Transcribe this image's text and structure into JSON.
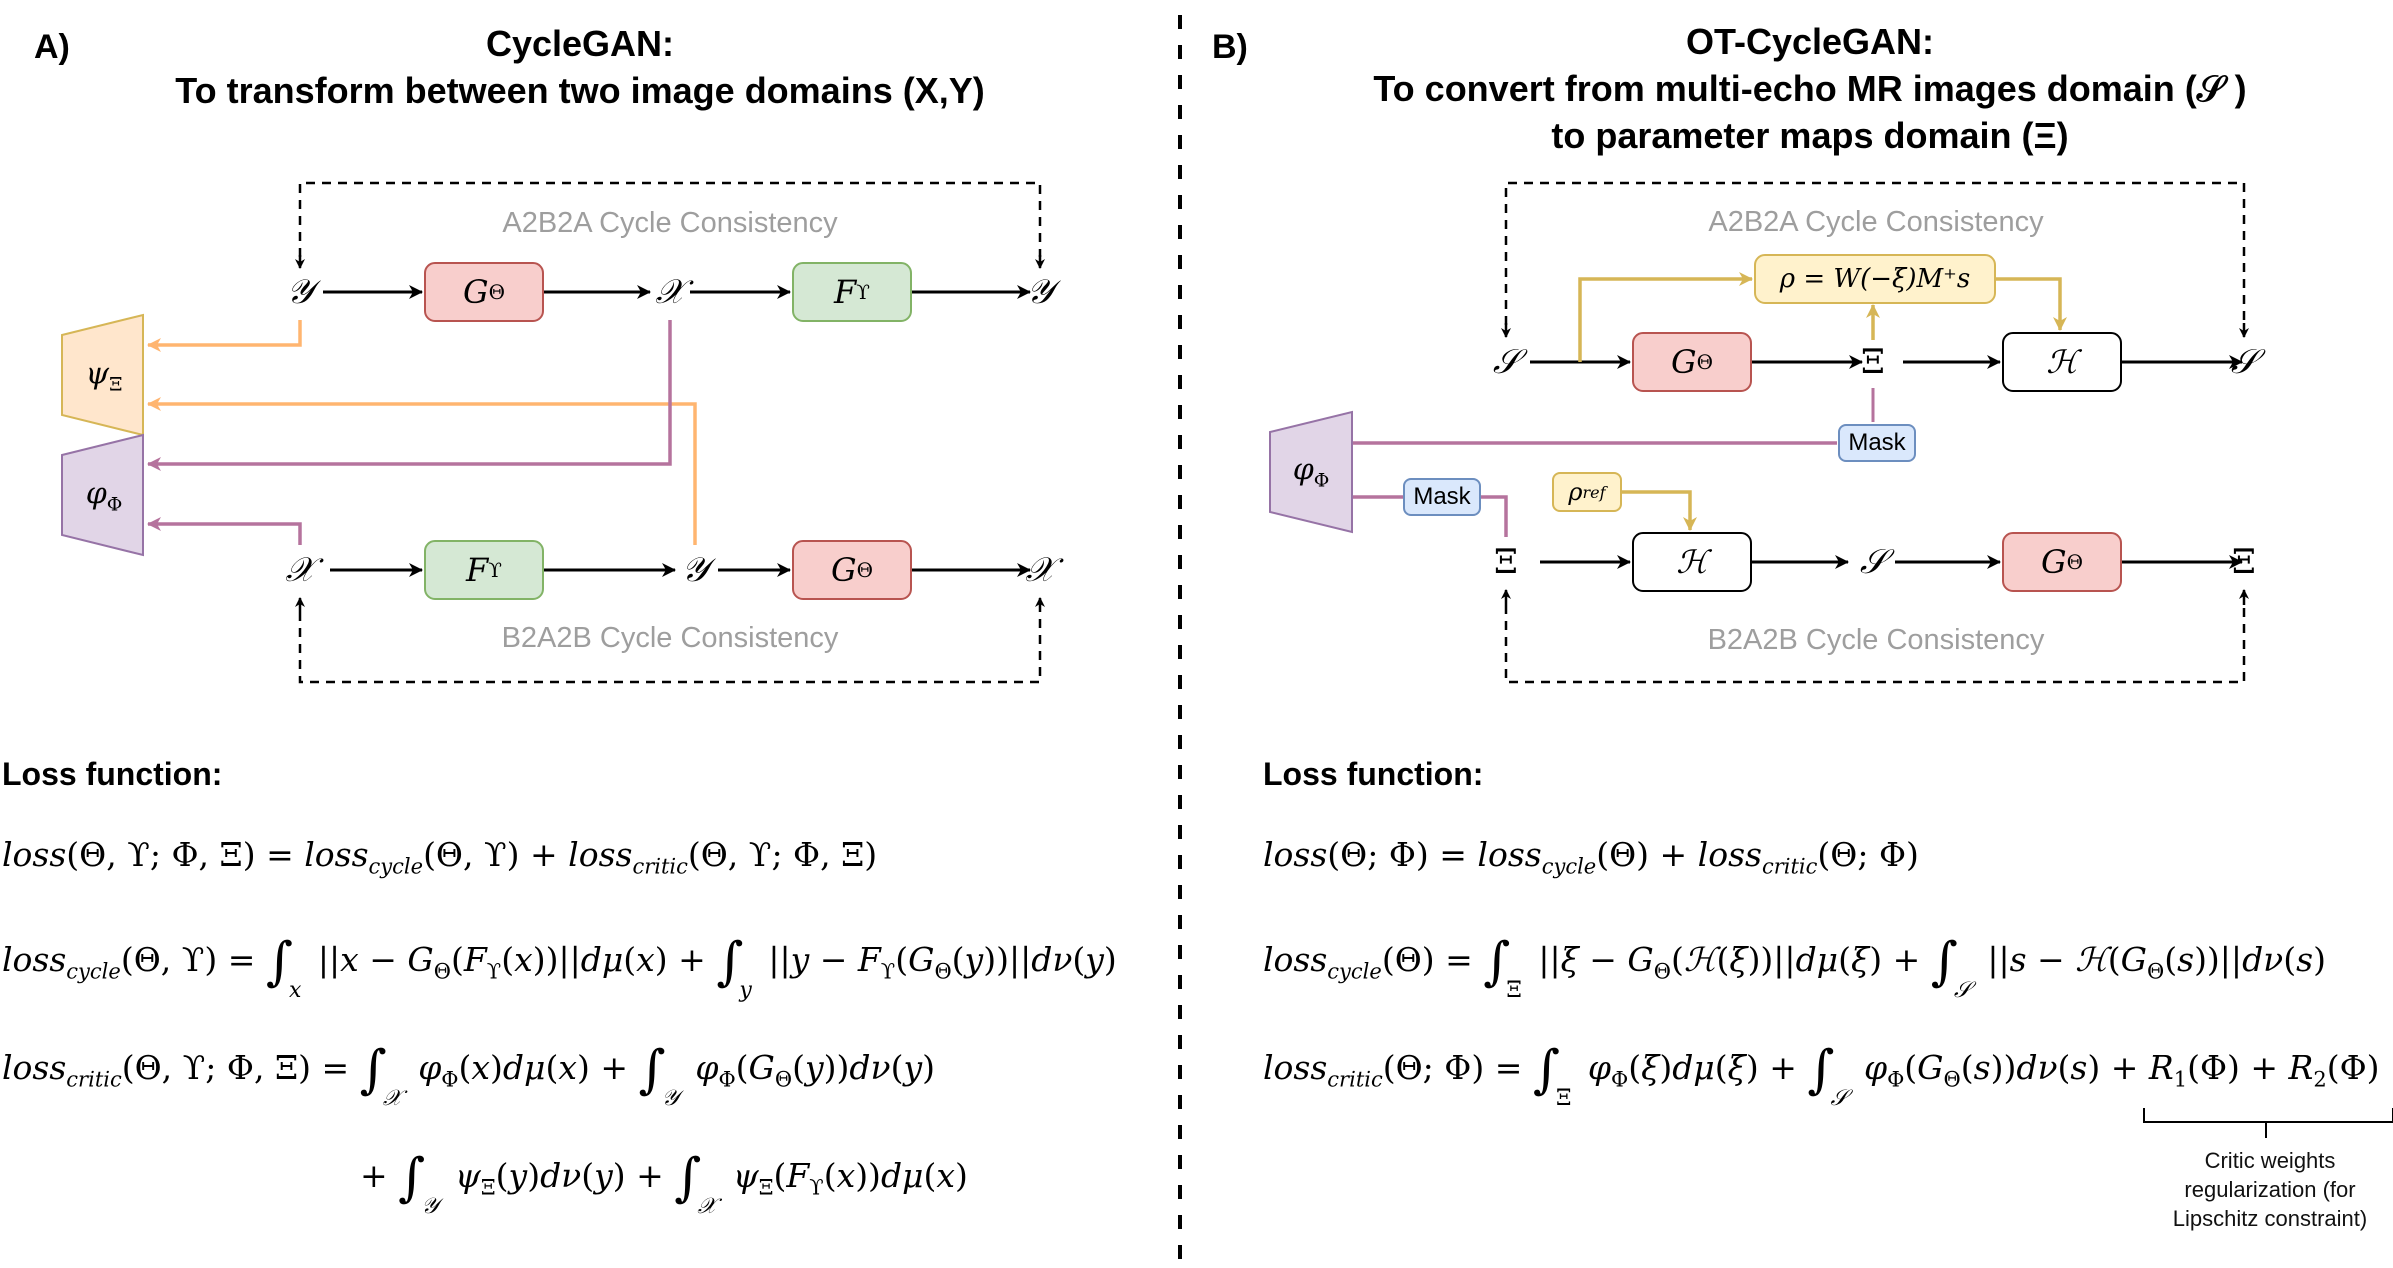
{
  "panel_a": {
    "letter": "A)",
    "title_line1": "CycleGAN:",
    "title_line2": "To transform between two image domains (X,Y)",
    "top_cycle_label": "A2B2A Cycle Consistency",
    "bottom_cycle_label": "B2A2B Cycle Consistency",
    "top_row": {
      "start": "𝒴",
      "gen1": "G",
      "gen1_sub": "Θ",
      "mid": "𝒳",
      "gen2": "F",
      "gen2_sub": "ϒ",
      "end": "𝒴"
    },
    "bottom_row": {
      "start": "𝒳",
      "gen1": "F",
      "gen1_sub": "ϒ",
      "mid": "𝒴",
      "gen2": "G",
      "gen2_sub": "Θ",
      "end": "𝒳"
    },
    "critic_psi": {
      "symbol": "ψ",
      "sub": "Ξ"
    },
    "critic_phi": {
      "symbol": "φ",
      "sub": "Φ"
    },
    "loss_heading": "Loss function:",
    "equations": {
      "total_lhs": "loss(Θ, ϒ; Φ, Ξ) = ",
      "total_rhs": "loss_cycle(Θ, ϒ) + loss_critic(Θ, ϒ; Φ, Ξ)",
      "cycle_lhs": "loss_cycle(Θ, ϒ) = ",
      "cycle_term1_domain": "x",
      "cycle_term1": "||x − G_Θ(F_ϒ(x))||dμ(x) +",
      "cycle_term2_domain": "y",
      "cycle_term2": "||y − F_ϒ(G_Θ(y))||dν(y)",
      "critic_lhs": "loss_critic(Θ, ϒ; Φ, Ξ) = ",
      "critic_term1_domain": "𝒳",
      "critic_term1": "φ_Φ(x)dμ(x) +",
      "critic_term2_domain": "𝒴",
      "critic_term2": "φ_Φ(G_Θ(y))dν(y)",
      "critic_term3_domain": "𝒴",
      "critic_term3": "ψ_Ξ(y)dν(y) +",
      "critic_term4_domain": "𝒳",
      "critic_term4": "ψ_Ξ(F_ϒ(x))dμ(x)"
    }
  },
  "panel_b": {
    "letter": "B)",
    "title_line1": "OT-CycleGAN:",
    "title_line2": "To convert from multi-echo MR images domain (𝒮 )",
    "title_line3": "to parameter maps domain (Ξ)",
    "top_cycle_label": "A2B2A Cycle Consistency",
    "bottom_cycle_label": "B2A2B Cycle Consistency",
    "top_row": {
      "start": "𝒮",
      "gen": "G",
      "gen_sub": "Θ",
      "mid": "Ξ",
      "model": "ℋ",
      "end": "𝒮"
    },
    "bottom_row": {
      "start": "Ξ",
      "model": "ℋ",
      "mid": "𝒮",
      "gen": "G",
      "gen_sub": "Θ",
      "end": "Ξ"
    },
    "rho_box": "ρ = W(−ξ)M⁺s",
    "rho_ref": {
      "symbol": "ρ",
      "sub": "ref"
    },
    "mask_top": "Mask",
    "mask_bottom": "Mask",
    "critic_phi": {
      "symbol": "φ",
      "sub": "Φ"
    },
    "loss_heading": "Loss function:",
    "equations": {
      "total": "loss(Θ; Φ) = loss_cycle(Θ) + loss_critic(Θ; Φ)",
      "cycle_lhs": "loss_cycle(Θ) = ",
      "cycle_term1_domain": "Ξ",
      "cycle_term1": "||ξ − G_Θ(ℋ(ξ))||dμ(ξ) +",
      "cycle_term2_domain": "𝒮",
      "cycle_term2": "||s − ℋ(G_Θ(s))||dν(s)",
      "critic_lhs": "loss_critic(Θ; Φ) = ",
      "critic_term1_domain": "Ξ",
      "critic_term1": "φ_Φ(ξ)dμ(ξ) +",
      "critic_term2_domain": "𝒮",
      "critic_term2": "φ_Φ(G_Θ(s))dν(s) + R₁(Φ) + R₂(Φ)"
    },
    "annotation_line1": "Critic weights",
    "annotation_line2": "regularization (for",
    "annotation_line3": "Lipschitz constraint)"
  },
  "colors": {
    "generator_fill": "#f8cecc",
    "generator_stroke": "#b85450",
    "inverse_fill": "#d5e8d4",
    "inverse_stroke": "#82b366",
    "psi_critic_fill": "#ffe6cc",
    "psi_critic_stroke": "#d6b656",
    "phi_critic_fill": "#e1d5e7",
    "phi_critic_stroke": "#9673a6",
    "orange_arrow": "#ffb570",
    "purple_arrow": "#b5739d",
    "yellow_arrow": "#d6b656",
    "mask_fill": "#dae8fc",
    "cycle_label": "#9e9e9e"
  }
}
